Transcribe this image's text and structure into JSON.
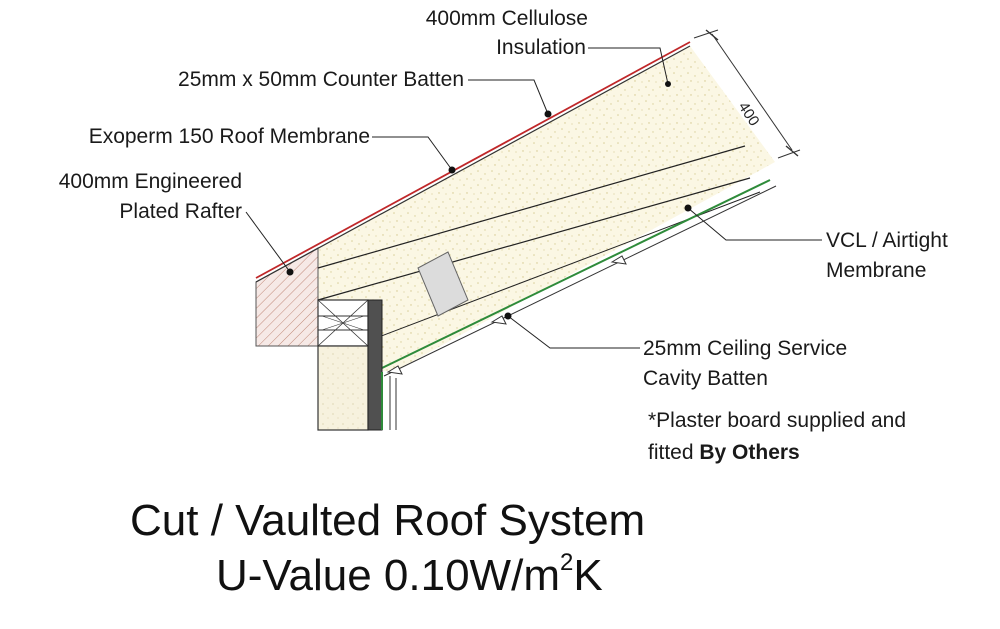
{
  "labels": {
    "cellulose_l1": "400mm Cellulose",
    "cellulose_l2": "Insulation",
    "counter_batten": "25mm x 50mm Counter Batten",
    "membrane": "Exoperm 150 Roof Membrane",
    "rafter_l1": "400mm Engineered",
    "rafter_l2": "Plated  Rafter",
    "vcl_l1": "VCL / Airtight",
    "vcl_l2": "Membrane",
    "ceiling_l1": "25mm Ceiling Service",
    "ceiling_l2": "Cavity Batten",
    "plaster_l1": "*Plaster board supplied and",
    "plaster_l2_pre": "fitted ",
    "plaster_l2_bold": "By Others",
    "dimension": "400"
  },
  "title": {
    "line1": "Cut / Vaulted Roof System",
    "line2_pre": "U-Value 0.10W/m",
    "line2_sup": "2",
    "line2_post": "K"
  },
  "colors": {
    "insulation_fill": "#fbf7e4",
    "roof_membrane": "#c0282a",
    "vcl_membrane": "#2e8b3a",
    "wall_dark": "#505050",
    "rafter_hatch": "#b07060"
  }
}
